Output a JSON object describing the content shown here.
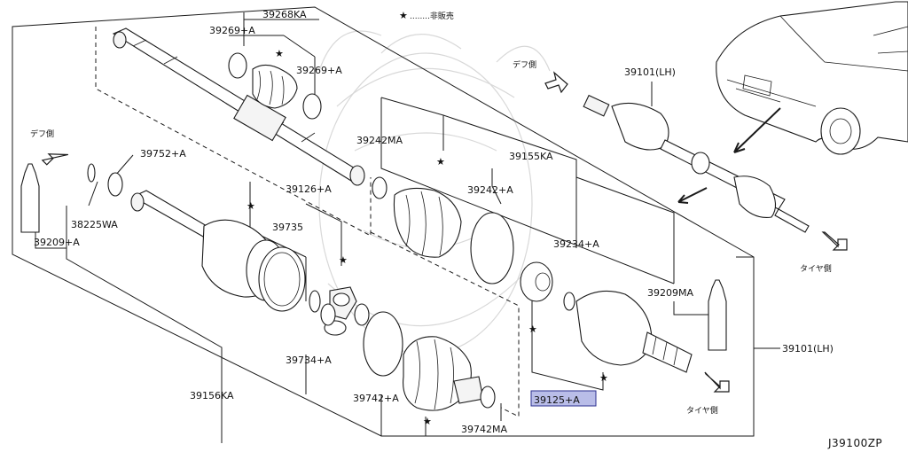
{
  "legend": {
    "star": "★",
    "text": "........非販売"
  },
  "directions": {
    "diff_side": "デフ側",
    "tire_side": "タイヤ側"
  },
  "parts": {
    "p39268KA": "39268KA",
    "p39269A_top": "39269+A",
    "p39269A_right": "39269+A",
    "p39752A": "39752+A",
    "p38225WA": "38225WA",
    "p39209A": "39209+A",
    "p39242MA": "39242MA",
    "p39155KA": "39155KA",
    "p39242A": "39242+A",
    "p39126A": "39126+A",
    "p39735": "39735",
    "p39234A": "39234+A",
    "p39209MA": "39209MA",
    "p39734A": "39734+A",
    "p39156KA": "39156KA",
    "p39742A": "39742+A",
    "p39742MA": "39742MA",
    "p39125A": "39125+A",
    "p39101LH_top": "39101(LH)",
    "p39101LH_right": "39101(LH)"
  },
  "diagram_code": "J39100ZP",
  "highlight_color": "#b9bde8"
}
